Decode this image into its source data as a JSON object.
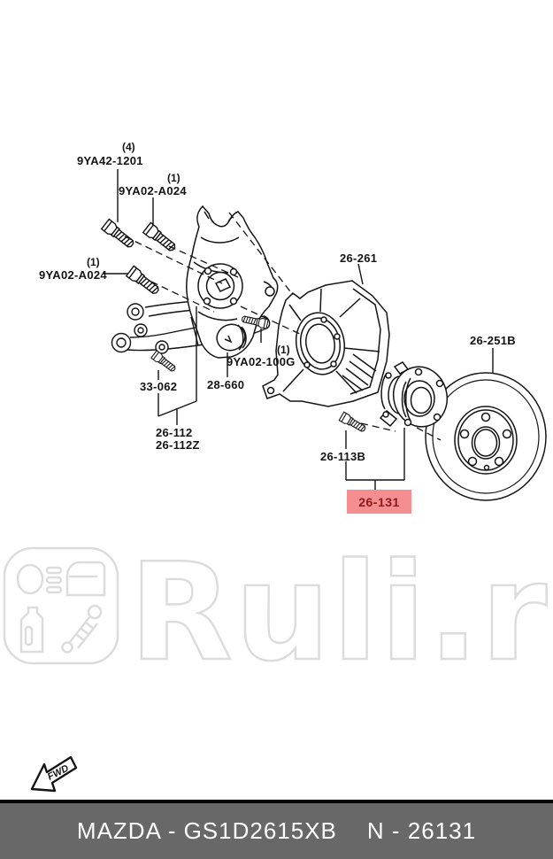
{
  "page_type": "auto-parts exploded diagram (rear wheel hub area)",
  "callouts": {
    "knuckle_bolt": {
      "qty": "(4)",
      "code": "9YA42-1201"
    },
    "upper_bolt": {
      "qty": "(1)",
      "code": "9YA02-A024"
    },
    "left_bolt": {
      "qty": "(1)",
      "code": "9YA02-A024"
    },
    "dust_shield": {
      "code": "26-261"
    },
    "brake_disc": {
      "code": "26-251B"
    },
    "shield_bolt": {
      "qty": "(1)",
      "code": "9YA02-100G"
    },
    "arm_bolt": {
      "code": "33-062"
    },
    "cap": {
      "code": "28-660"
    },
    "knuckle": {
      "code": "26-112"
    },
    "knuckle_alt": {
      "code": "26-112Z"
    },
    "hub_bolt": {
      "code": "26-113B"
    },
    "hub_bearing": {
      "code": "26-131",
      "highlighted": true
    }
  },
  "direction_arrow": {
    "label": "FWD"
  },
  "watermark": {
    "text": "Ruli.ru",
    "logo_icons": [
      "headlight-icon",
      "car-door-icon",
      "oil-can-icon",
      "shock-absorber-icon"
    ]
  },
  "footer": {
    "left": "MAZDA - GS1D2615XB",
    "right": "N - 26131"
  },
  "colors": {
    "line": "#141414",
    "highlight_bg": "#f58e8e",
    "highlight_text": "#8b1a1a",
    "footer_bg": "#686868",
    "footer_text": "#ffffff",
    "watermark": "#dcdcdc"
  }
}
